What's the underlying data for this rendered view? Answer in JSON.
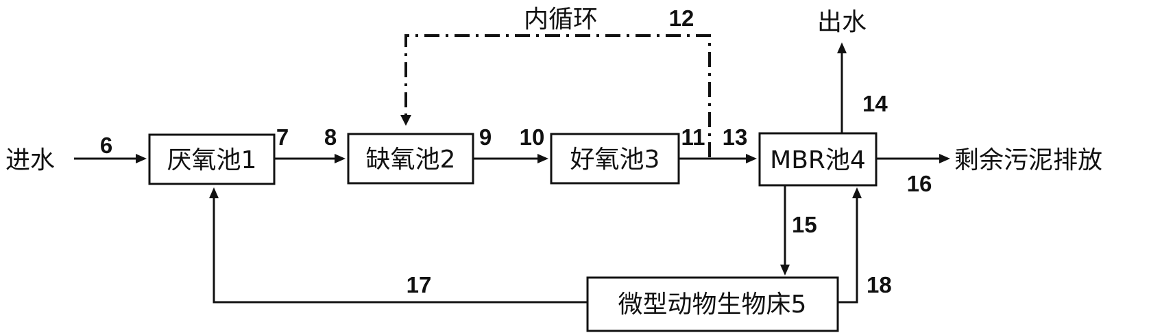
{
  "boxes": {
    "anaerobic": "厌氧池1",
    "anoxic": "缺氧池2",
    "aerobic": "好氧池3",
    "mbr": "MBR池4",
    "bed": "微型动物生物床5"
  },
  "labels": {
    "inflow": "进水",
    "outflow": "出水",
    "sludge_discharge": "剩余污泥排放",
    "internal_recycle": "内循环"
  },
  "numbers": {
    "n6": "6",
    "n7": "7",
    "n8": "8",
    "n9": "9",
    "n10": "10",
    "n11": "11",
    "n12": "12",
    "n13": "13",
    "n14": "14",
    "n15": "15",
    "n16": "16",
    "n17": "17",
    "n18": "18"
  }
}
